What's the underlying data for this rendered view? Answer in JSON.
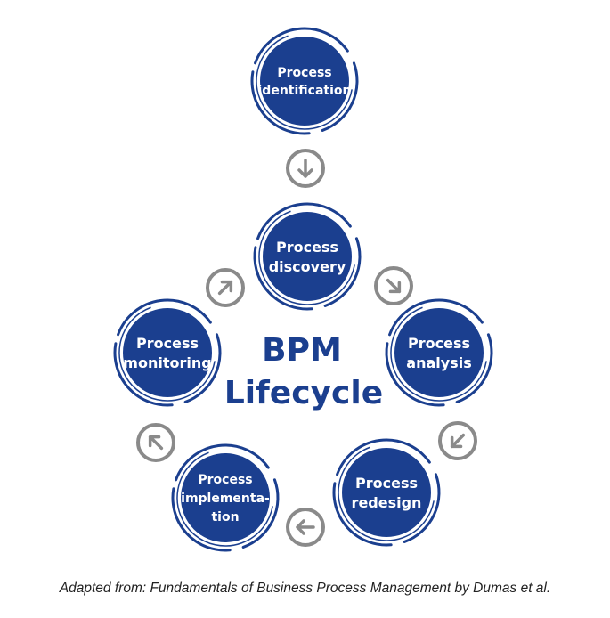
{
  "center_title": [
    "BPM",
    "Lifecycle"
  ],
  "caption": "Adapted from: Fundamentals of Business Process Management by Dumas et al.",
  "colors": {
    "node_fill": "#1b3f8f",
    "node_ring": "#1b3f8f",
    "arrow_ring": "#8a8a8a",
    "center_text": "#1b3f8f",
    "node_text": "#ffffff"
  },
  "nodes": [
    {
      "id": "process-identification",
      "lines": [
        "Process",
        "identification"
      ]
    },
    {
      "id": "process-discovery",
      "lines": [
        "Process",
        "discovery"
      ]
    },
    {
      "id": "process-analysis",
      "lines": [
        "Process",
        "analysis"
      ]
    },
    {
      "id": "process-redesign",
      "lines": [
        "Process",
        "redesign"
      ]
    },
    {
      "id": "process-implementation",
      "lines": [
        "Process",
        "implementa-",
        "tion"
      ]
    },
    {
      "id": "process-monitoring",
      "lines": [
        "Process",
        "monitoring"
      ]
    }
  ],
  "arrows": [
    {
      "id": "arrow-identification-to-discovery",
      "icon": "arrow-down-icon"
    },
    {
      "id": "arrow-discovery-to-analysis",
      "icon": "arrow-down-right-icon"
    },
    {
      "id": "arrow-analysis-to-redesign",
      "icon": "arrow-down-left-icon"
    },
    {
      "id": "arrow-redesign-to-implementation",
      "icon": "arrow-left-icon"
    },
    {
      "id": "arrow-implementation-to-monitoring",
      "icon": "arrow-up-left-icon"
    },
    {
      "id": "arrow-monitoring-to-discovery",
      "icon": "arrow-up-right-icon"
    }
  ]
}
